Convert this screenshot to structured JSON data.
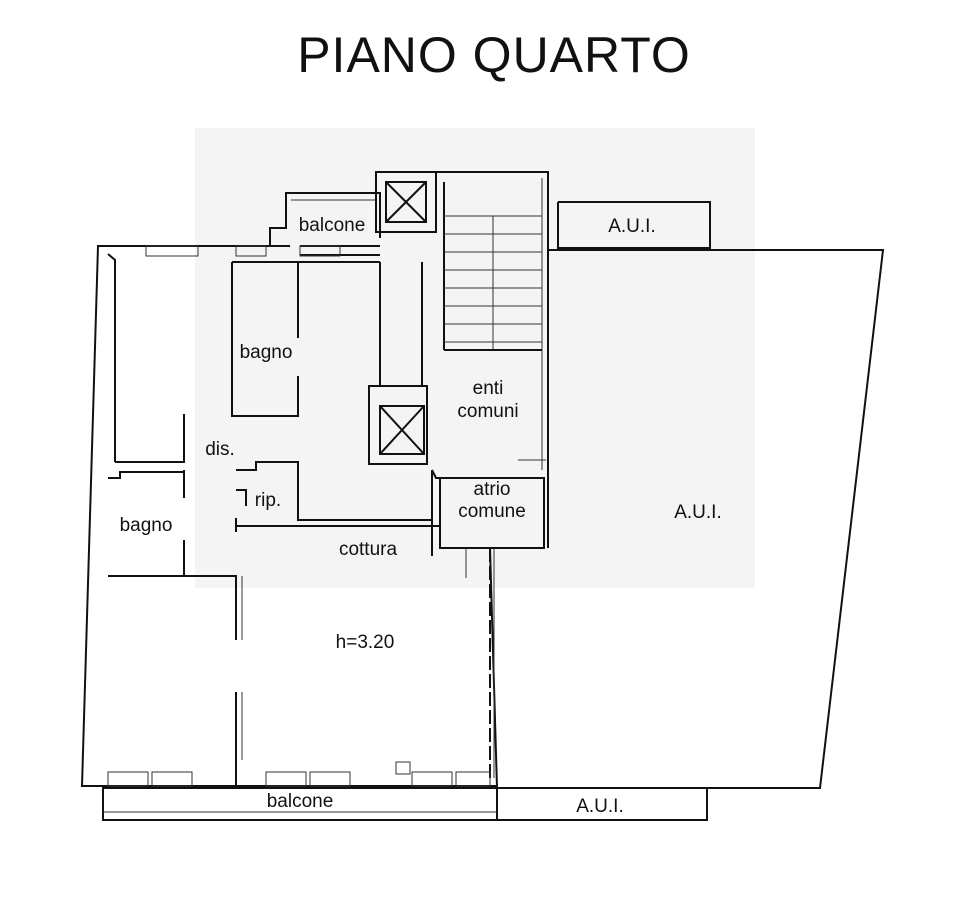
{
  "title": "PIANO QUARTO",
  "rooms": {
    "balcone_top": "balcone",
    "aui_top": "A.U.I.",
    "bagno_upper": "bagno",
    "enti": "enti",
    "comuni": "comuni",
    "dis": "dis.",
    "atrio": "atrio",
    "comune": "comune",
    "rip": "rip.",
    "aui_right": "A.U.I.",
    "bagno_lower": "bagno",
    "cottura": "cottura",
    "height": "h=3.20",
    "balcone_bottom": "balcone",
    "aui_bottom": "A.U.I."
  }
}
